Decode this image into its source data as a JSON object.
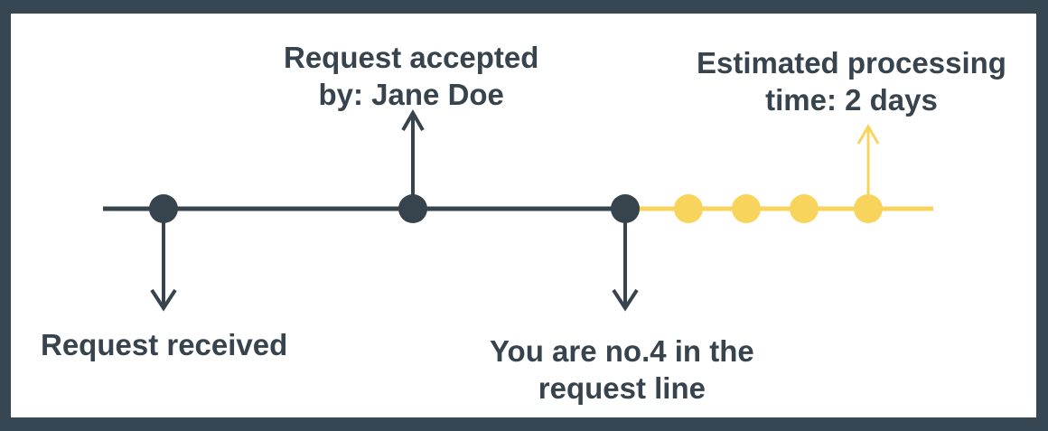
{
  "colors": {
    "background": "#364652",
    "panel": "#ffffff",
    "completed": "#37444e",
    "pending": "#f9d45c",
    "text": "#37444e"
  },
  "timeline": {
    "steps": [
      {
        "id": "received",
        "status": "completed",
        "lines": [
          "Request received"
        ],
        "arrow": "down"
      },
      {
        "id": "accepted",
        "status": "completed",
        "lines": [
          "Request accepted",
          "by: Jane Doe"
        ],
        "arrow": "up"
      },
      {
        "id": "queue",
        "status": "completed",
        "lines": [
          "You are no.4 in the",
          "request line"
        ],
        "arrow": "down"
      },
      {
        "id": "pending-1",
        "status": "pending",
        "lines": [],
        "arrow": "none"
      },
      {
        "id": "pending-2",
        "status": "pending",
        "lines": [],
        "arrow": "none"
      },
      {
        "id": "pending-3",
        "status": "pending",
        "lines": [],
        "arrow": "none"
      },
      {
        "id": "estimate",
        "status": "pending",
        "lines": [
          "Estimated processing",
          "time: 2 days"
        ],
        "arrow": "up"
      }
    ]
  }
}
